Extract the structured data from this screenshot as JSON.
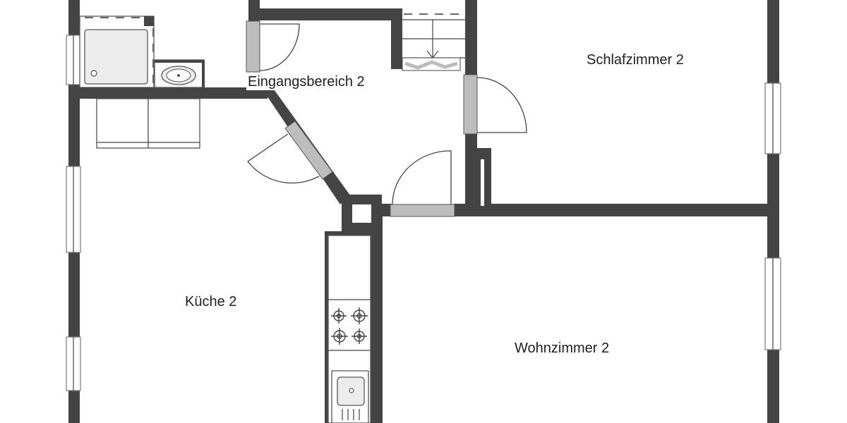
{
  "floorplan": {
    "rooms": [
      {
        "id": "entrance",
        "label": "Eingangsbereich 2"
      },
      {
        "id": "bedroom",
        "label": "Schlafzimmer 2"
      },
      {
        "id": "kitchen",
        "label": "Küche 2"
      },
      {
        "id": "living",
        "label": "Wohnzimmer 2"
      }
    ],
    "colors": {
      "wall": "#444444",
      "door": "#bdbdbd",
      "background": "#ffffff",
      "text": "#1f1f1f"
    }
  }
}
